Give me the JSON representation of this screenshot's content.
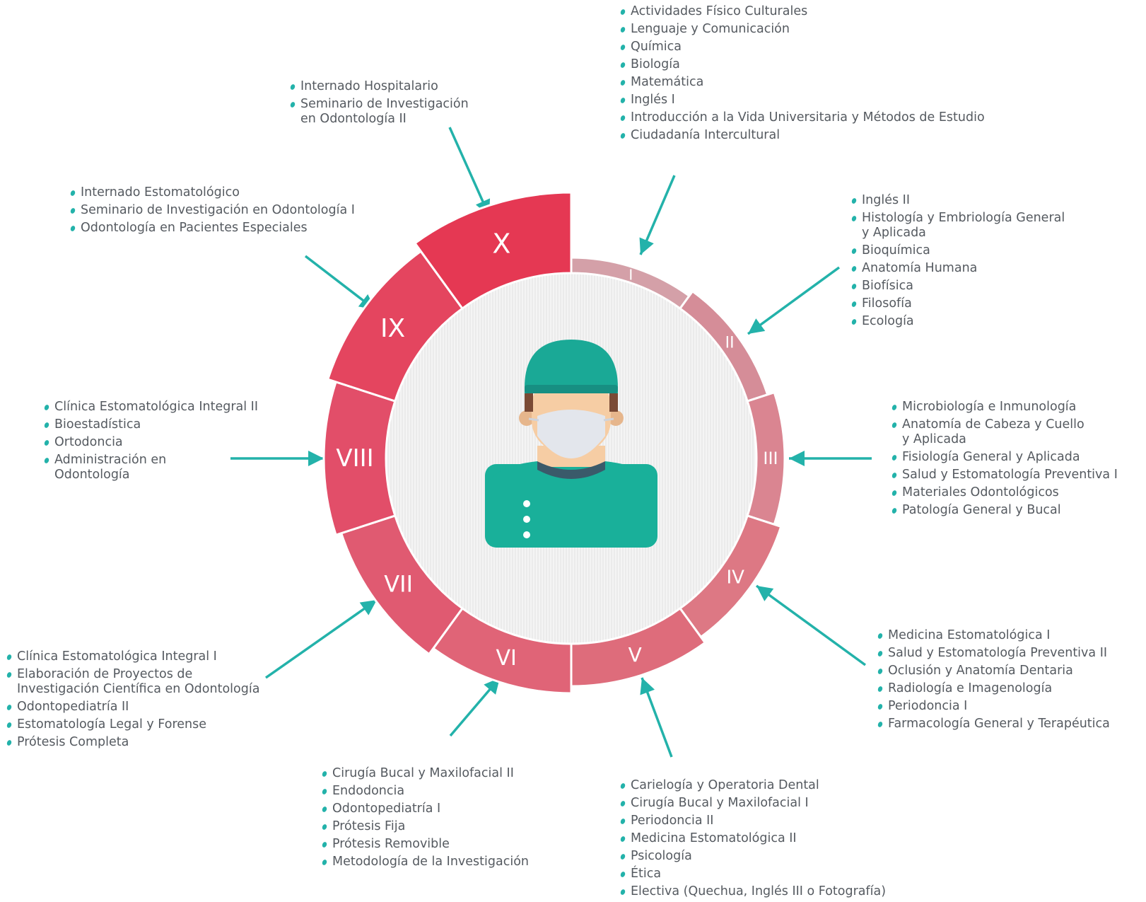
{
  "colors": {
    "teal": "#23b2aa",
    "segments": [
      "#d4a0a8",
      "#d58d98",
      "#da8591",
      "#dd7884",
      "#de6c7b",
      "#e06477",
      "#e05a71",
      "#e24e69",
      "#e4455f",
      "#e53853"
    ],
    "inner_fill": "#f2f2f2",
    "scrub": "#19b09a",
    "scrub_dark": "#1b9f92",
    "skin": "#f6cda4",
    "skin_shadow": "#e6b68c",
    "hair": "#7a4a35",
    "mask": "#e3e6ec",
    "collar": "#3a5a6a"
  },
  "icons": {
    "center": "doctor-with-surgical-mask-icon",
    "bullet": "teal-dot-icon"
  },
  "semesters": [
    {
      "numeral": "I",
      "courses": [
        "Actividades Físico Culturales",
        "Lenguaje y Comunicación",
        "Química",
        "Biología",
        "Matemática",
        "Inglés I",
        "Introducción a la Vida Universitaria y Métodos de Estudio",
        "Ciudadanía Intercultural"
      ]
    },
    {
      "numeral": "II",
      "courses": [
        "Inglés II",
        "Histología y Embriología General\ny Aplicada",
        "Bioquímica",
        "Anatomía Humana",
        "Biofísica",
        "Filosofía",
        "Ecología"
      ]
    },
    {
      "numeral": "III",
      "courses": [
        "Microbiología e Inmunología",
        "Anatomía de Cabeza y Cuello\ny Aplicada",
        "Fisiología General y Aplicada",
        "Salud y Estomatología Preventiva I",
        "Materiales Odontológicos",
        "Patología General y Bucal"
      ]
    },
    {
      "numeral": "IV",
      "courses": [
        "Medicina Estomatológica I",
        "Salud y Estomatología Preventiva II",
        "Oclusión y Anatomía Dentaria",
        "Radiología e Imagenología",
        "Periodoncia I",
        "Farmacología General y Terapéutica"
      ]
    },
    {
      "numeral": "V",
      "courses": [
        "Carielogía y Operatoria Dental",
        "Cirugía Bucal y Maxilofacial I",
        "Periodoncia II",
        "Medicina Estomatológica II",
        "Psicología",
        "Ética",
        "Electiva (Quechua, Inglés III o Fotografía)"
      ]
    },
    {
      "numeral": "VI",
      "courses": [
        "Cirugía Bucal y Maxilofacial II",
        "Endodoncia",
        "Odontopediatría I",
        "Prótesis Fija",
        "Prótesis Removible",
        "Metodología de la Investigación"
      ]
    },
    {
      "numeral": "VII",
      "courses": [
        "Clínica Estomatológica Integral I",
        "Elaboración de Proyectos de\nInvestigación Científica en Odontología",
        "Odontopediatría II",
        "Estomatología Legal y Forense",
        "Prótesis Completa"
      ]
    },
    {
      "numeral": "VIII",
      "courses": [
        "Clínica Estomatológica Integral II",
        "Bioestadística",
        "Ortodoncia",
        "Administración en\nOdontología"
      ]
    },
    {
      "numeral": "IX",
      "courses": [
        "Internado Estomatológico",
        "Seminario de Investigación en Odontología I",
        "Odontología en Pacientes Especiales"
      ]
    },
    {
      "numeral": "X",
      "courses": [
        "Internado Hospitalario",
        "Seminario de Investigación\nen Odontología II"
      ]
    }
  ]
}
